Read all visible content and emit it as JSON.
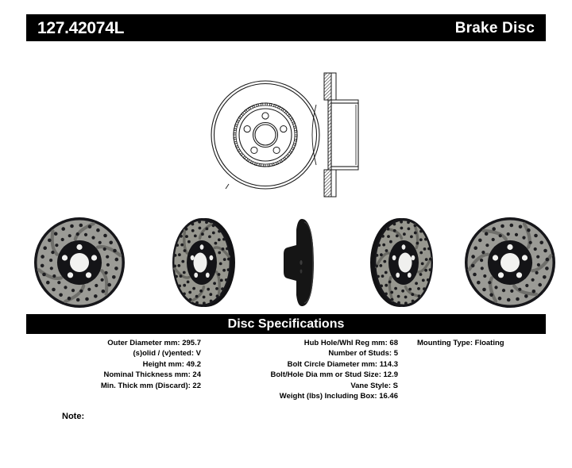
{
  "header": {
    "part_number": "127.42074L",
    "product_type": "Brake Disc"
  },
  "spec_section": {
    "title": "Disc Specifications",
    "columns": [
      {
        "id": "left",
        "rows": [
          "Outer Diameter mm:  295.7",
          "(s)olid / (v)ented:  V",
          "Height mm:  49.2",
          "Nominal Thickness mm:  24",
          "Min. Thick mm (Discard):  22"
        ]
      },
      {
        "id": "middle",
        "rows": [
          "Hub Hole/Whl Reg mm:  68",
          "Number of Studs:  5",
          "Bolt Circle Diameter mm:  114.3",
          "Bolt/Hole Dia mm or Stud Size:  12.9",
          "Vane Style:  S",
          "Weight (lbs) Including Box:  16.46"
        ]
      },
      {
        "id": "right",
        "rows": [
          "Mounting Type:  Floating"
        ]
      }
    ]
  },
  "note": {
    "label": "Note:"
  },
  "colors": {
    "bar_background": "#000000",
    "bar_text": "#ffffff",
    "page_background": "#ffffff",
    "rotor_face": "#9a9a95",
    "rotor_hat": "#1a1a1a",
    "line_art": "#1a1a1a"
  },
  "figures": {
    "technical_drawing": {
      "name": "rotor-engineering-drawing",
      "views": [
        "face-view-with-tone-ring",
        "cross-section-profile"
      ],
      "studs": 5
    },
    "photos": [
      {
        "name": "rotor-photo-front-left",
        "view": "front-face",
        "style": "drilled-and-slotted"
      },
      {
        "name": "rotor-photo-angled-left",
        "view": "angled-left",
        "style": "drilled-and-slotted"
      },
      {
        "name": "rotor-photo-edge-profile",
        "view": "edge-on",
        "style": "vented-edge"
      },
      {
        "name": "rotor-photo-angled-right",
        "view": "angled-right",
        "style": "drilled-and-slotted"
      },
      {
        "name": "rotor-photo-front-right",
        "view": "front-face",
        "style": "drilled-and-slotted"
      }
    ]
  }
}
